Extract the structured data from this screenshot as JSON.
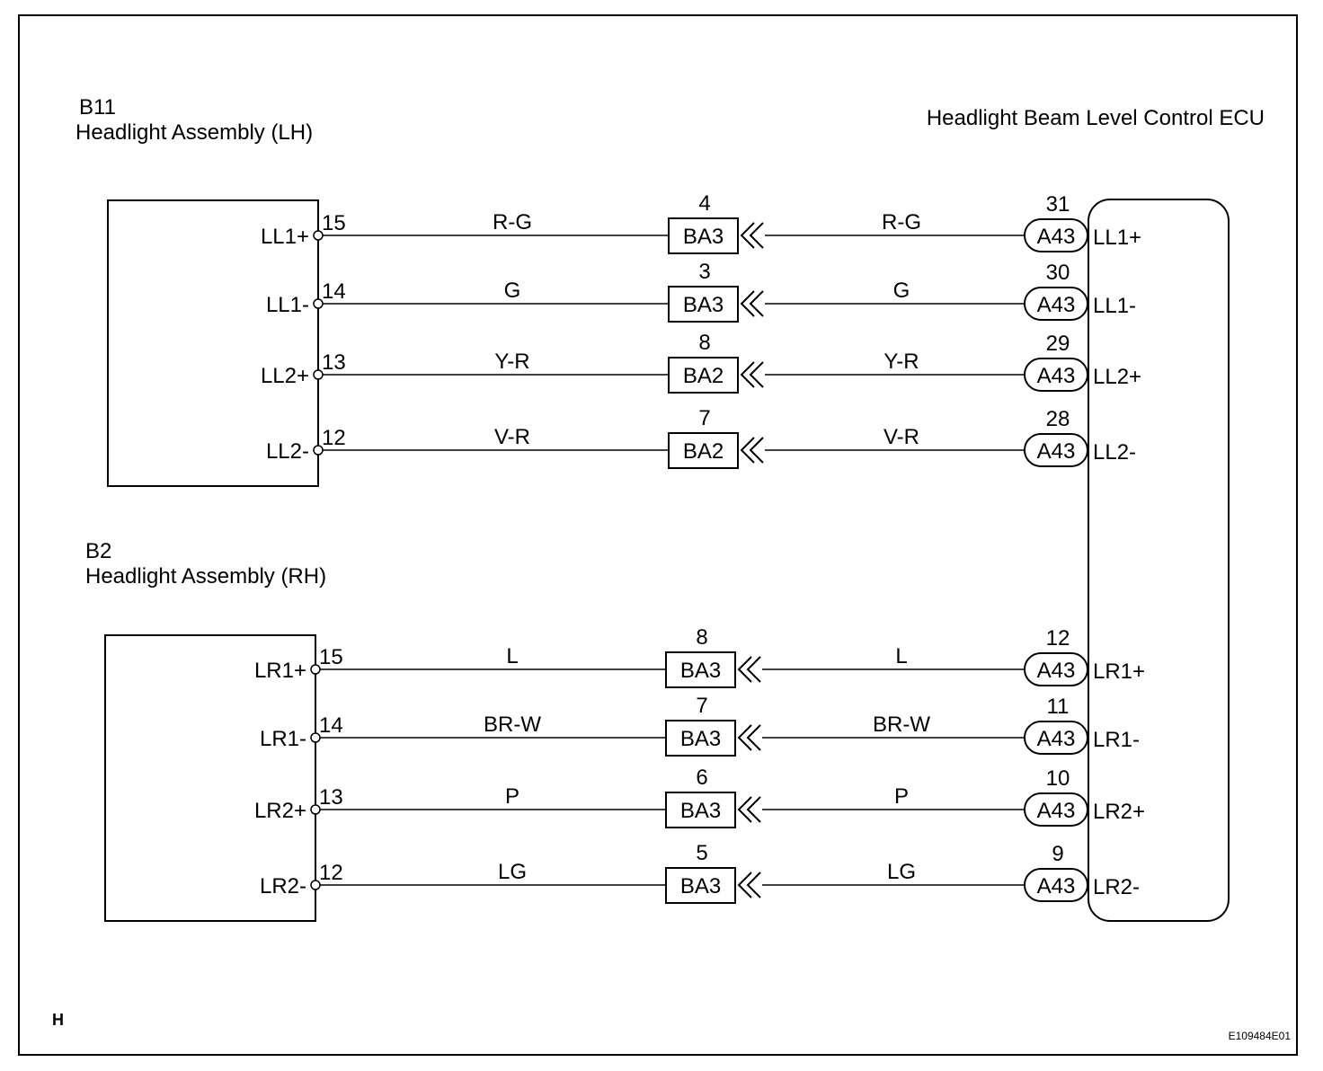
{
  "left_components": [
    {
      "code": "B11",
      "name": "Headlight Assembly (LH)"
    },
    {
      "code": "B2",
      "name": "Headlight Assembly (RH)"
    }
  ],
  "ecu": {
    "name": "Headlight Beam Level Control ECU",
    "connector": "A43"
  },
  "wires": [
    {
      "left_label": "LL1+",
      "left_pin": "15",
      "color_left": "R-G",
      "junction": "BA3",
      "junction_pin": "4",
      "color_right": "R-G",
      "ecu_pin": "31",
      "ecu_label": "LL1+"
    },
    {
      "left_label": "LL1-",
      "left_pin": "14",
      "color_left": "G",
      "junction": "BA3",
      "junction_pin": "3",
      "color_right": "G",
      "ecu_pin": "30",
      "ecu_label": "LL1-"
    },
    {
      "left_label": "LL2+",
      "left_pin": "13",
      "color_left": "Y-R",
      "junction": "BA2",
      "junction_pin": "8",
      "color_right": "Y-R",
      "ecu_pin": "29",
      "ecu_label": "LL2+"
    },
    {
      "left_label": "LL2-",
      "left_pin": "12",
      "color_left": "V-R",
      "junction": "BA2",
      "junction_pin": "7",
      "color_right": "V-R",
      "ecu_pin": "28",
      "ecu_label": "LL2-"
    },
    {
      "left_label": "LR1+",
      "left_pin": "15",
      "color_left": "L",
      "junction": "BA3",
      "junction_pin": "8",
      "color_right": "L",
      "ecu_pin": "12",
      "ecu_label": "LR1+"
    },
    {
      "left_label": "LR1-",
      "left_pin": "14",
      "color_left": "BR-W",
      "junction": "BA3",
      "junction_pin": "7",
      "color_right": "BR-W",
      "ecu_pin": "11",
      "ecu_label": "LR1-"
    },
    {
      "left_label": "LR2+",
      "left_pin": "13",
      "color_left": "P",
      "junction": "BA3",
      "junction_pin": "6",
      "color_right": "P",
      "ecu_pin": "10",
      "ecu_label": "LR2+"
    },
    {
      "left_label": "LR2-",
      "left_pin": "12",
      "color_left": "LG",
      "junction": "BA3",
      "junction_pin": "5",
      "color_right": "LG",
      "ecu_pin": "9",
      "ecu_label": "LR2-"
    }
  ],
  "footer": {
    "corner_letter": "H",
    "figure_id": "E109484E01"
  }
}
